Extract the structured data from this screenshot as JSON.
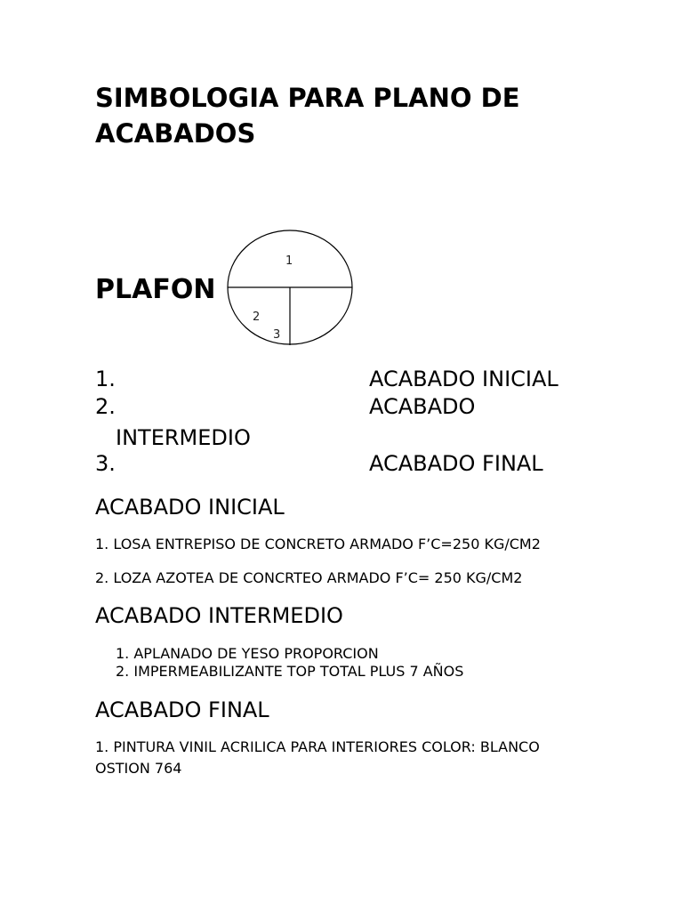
{
  "title": {
    "line1": "SIMBOLOGIA PARA PLANO DE",
    "line2": "ACABADOS"
  },
  "plafon": {
    "label": "PLAFON",
    "symbol_labels": [
      "1",
      "2",
      "3"
    ]
  },
  "legend": [
    {
      "number": "1.",
      "text": "ACABADO  INICIAL"
    },
    {
      "number": "2.",
      "text": "ACABADO",
      "continuation": "INTERMEDIO"
    },
    {
      "number": "3.",
      "text": "ACABADO FINAL"
    }
  ],
  "acabado_inicial": {
    "heading": "ACABADO INICIAL",
    "items": [
      "1. LOSA ENTREPISO DE CONCRETO ARMADO F’C=250 KG/CM2",
      "2. LOZA AZOTEA DE CONCRTEO ARMADO  F’C= 250 KG/CM2"
    ]
  },
  "acabado_intermedio": {
    "heading": "ACABADO INTERMEDIO",
    "items": [
      "1. APLANADO DE YESO PROPORCION",
      "2. IMPERMEABILIZANTE TOP TOTAL PLUS 7 AÑOS"
    ]
  },
  "acabado_final": {
    "heading": "ACABADO FINAL",
    "items": [
      "1.  PINTURA VINIL ACRILICA PARA INTERIORES COLOR: BLANCO",
      "OSTION 764"
    ]
  }
}
